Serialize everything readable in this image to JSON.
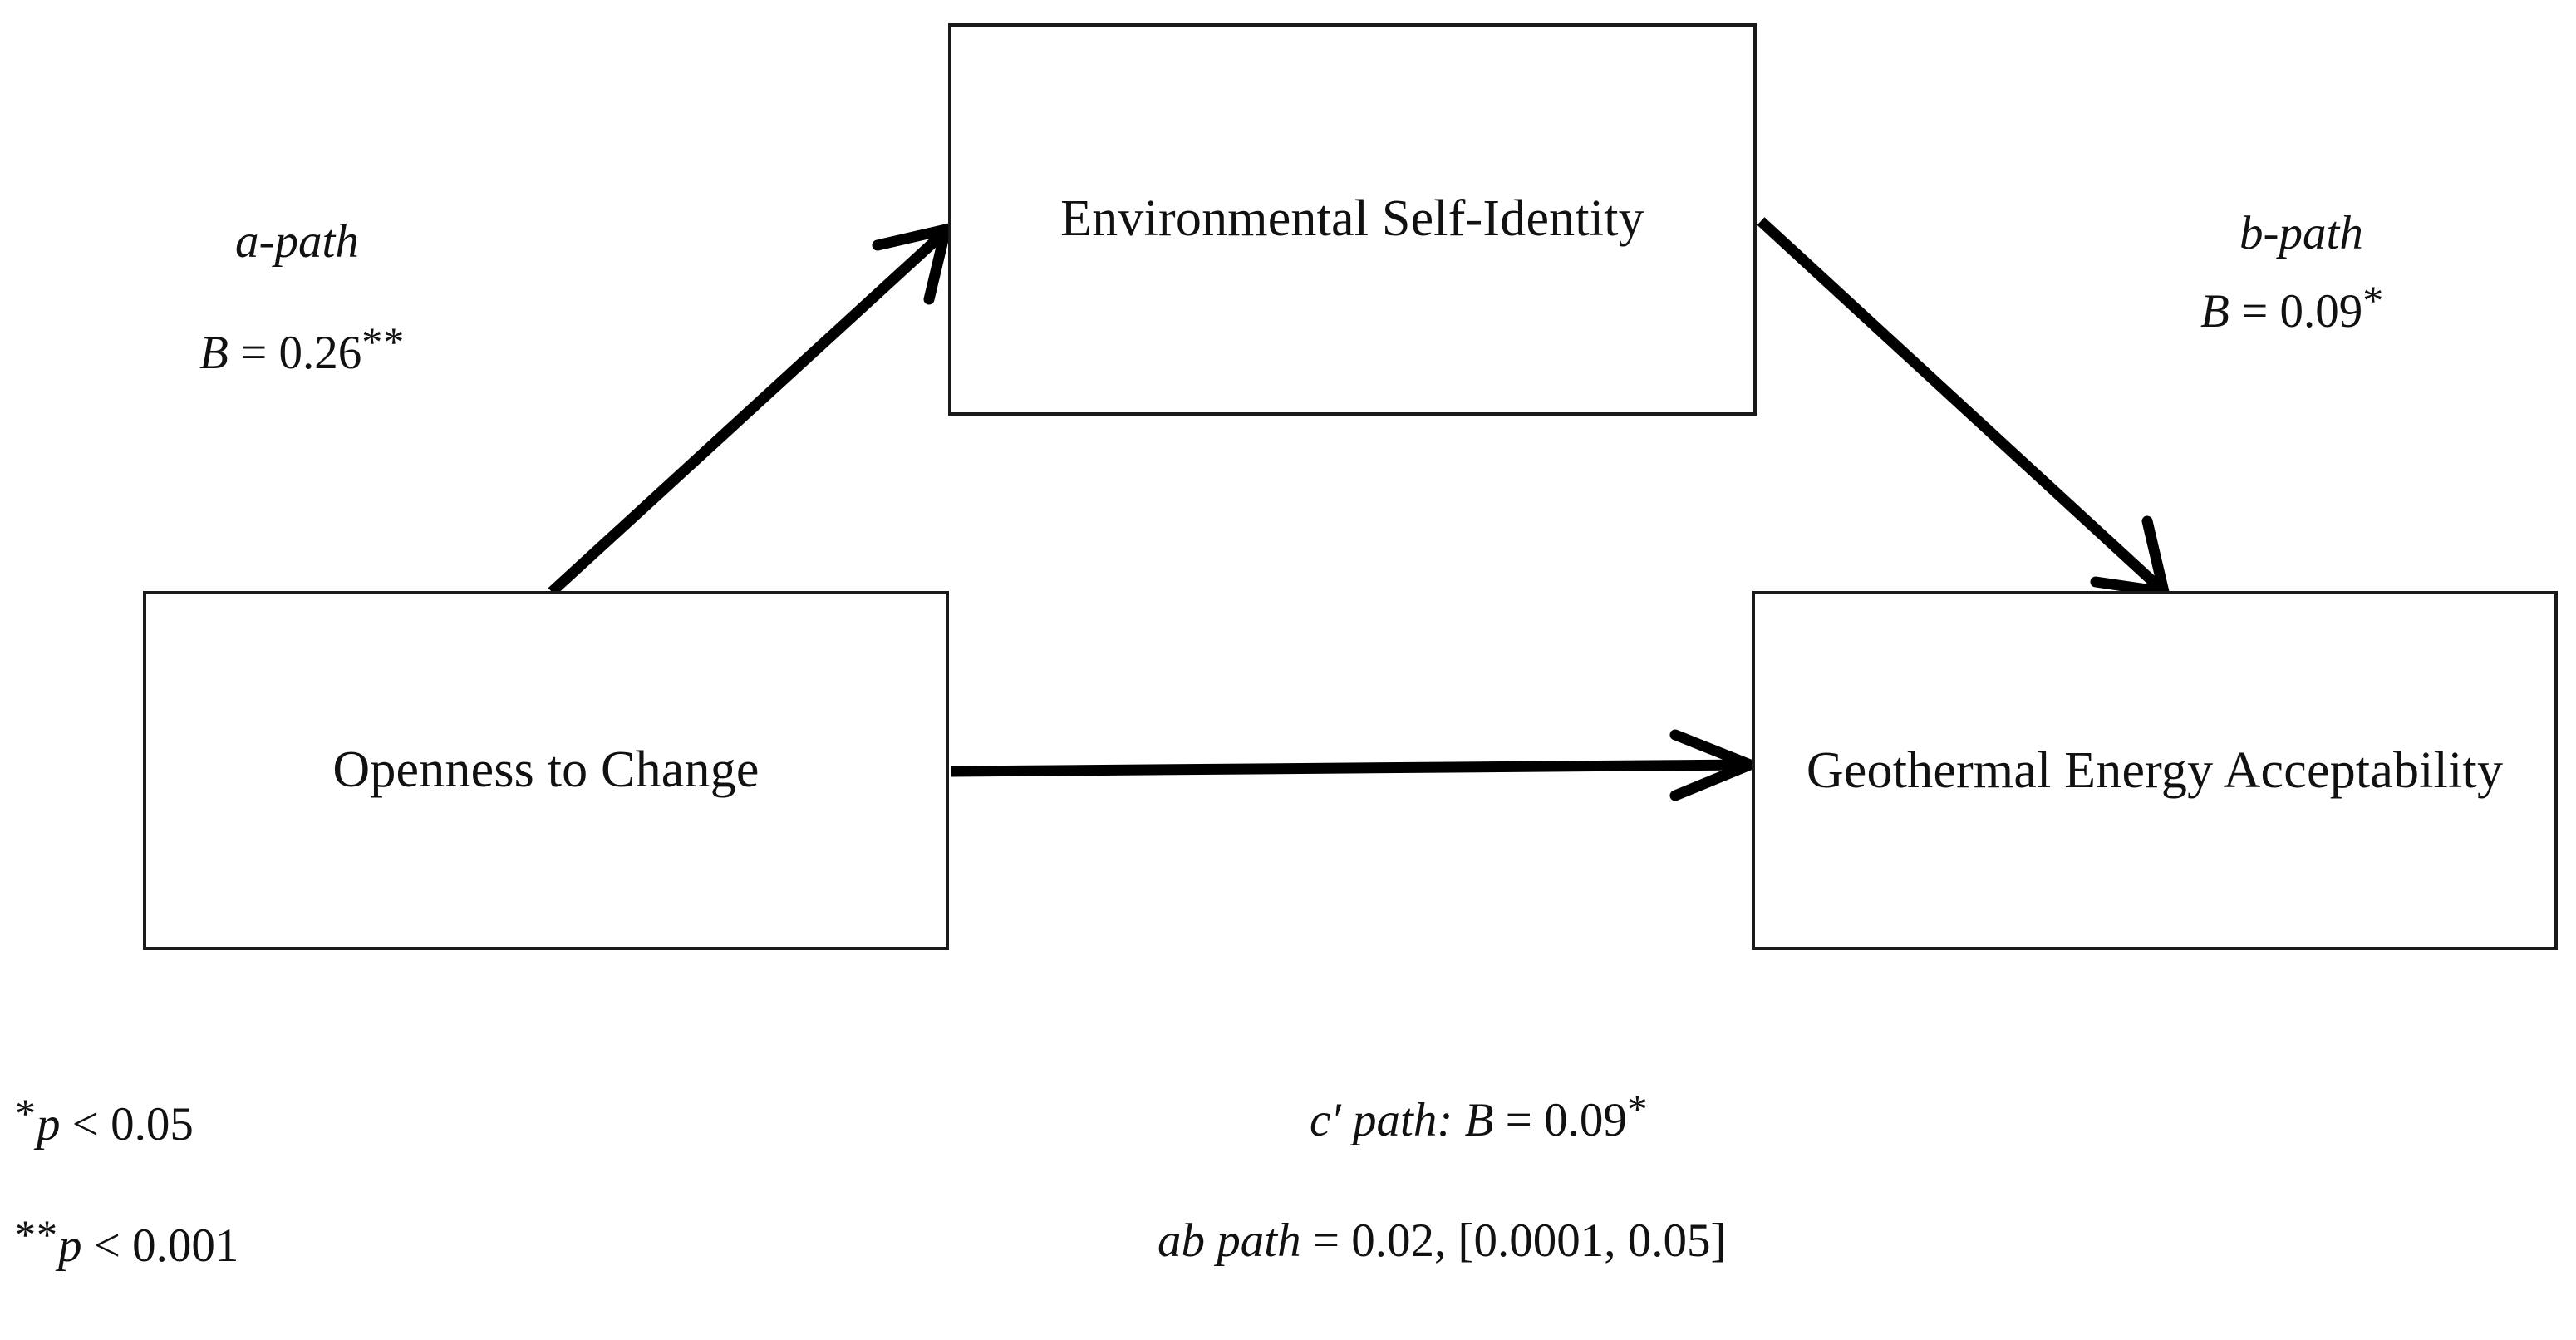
{
  "diagram": {
    "type": "mediation-path-model",
    "nodes": [
      {
        "id": "predictor",
        "label": "Openness to Change"
      },
      {
        "id": "mediator",
        "label": "Environmental Self-Identity"
      },
      {
        "id": "outcome",
        "label": "Geothermal Energy Acceptability"
      }
    ],
    "paths": [
      {
        "id": "a",
        "name": "a-path",
        "coefficient_label": "B",
        "equals": "=",
        "value": "0.26",
        "stars": "**",
        "from": "predictor",
        "to": "mediator"
      },
      {
        "id": "b",
        "name": "b-path",
        "coefficient_label": "B",
        "equals": "=",
        "value": "0.09",
        "stars": "*",
        "from": "mediator",
        "to": "outcome"
      },
      {
        "id": "c-prime",
        "name": "c′ path:",
        "coefficient_label": "B",
        "equals": "=",
        "value": "0.09",
        "stars": "*",
        "from": "predictor",
        "to": "outcome"
      },
      {
        "id": "ab",
        "name": "ab path",
        "equals": "=",
        "value": "0.02",
        "interval": "[0.0001, 0.05]",
        "separator": ","
      }
    ],
    "notes": [
      {
        "stars": "*",
        "statistic": "p",
        "operator": "<",
        "value": "0.05"
      },
      {
        "stars": "**",
        "statistic": "p",
        "operator": "<",
        "value": "0.001"
      }
    ],
    "style": {
      "box_border_color": "#1a1a1a",
      "arrow_color": "#000000",
      "background_color": "#ffffff",
      "text_color": "#111111"
    }
  }
}
